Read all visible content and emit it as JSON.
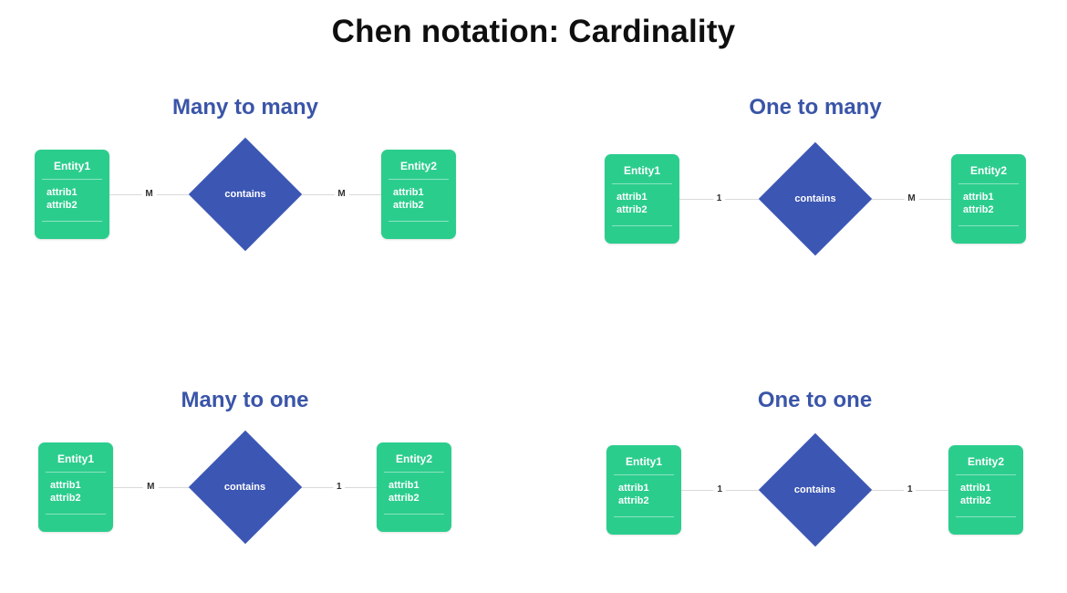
{
  "page": {
    "title": "Chen notation: Cardinality"
  },
  "colors": {
    "entity_green": "#2bcd8d",
    "diamond_blue": "#3c56b4",
    "heading_blue": "#3a55a8",
    "line_gray": "#d9d9d9",
    "title_color": "#0f0f0f",
    "cardinality_color": "#2f2f2f",
    "entity_text": "#ffffff"
  },
  "sections": [
    {
      "id": "many-to-many",
      "title": "Many to many",
      "relationship": "contains",
      "left_cardinality": "M",
      "right_cardinality": "M",
      "entity1": {
        "name": "Entity1",
        "attributes": [
          "attrib1",
          "attrib2"
        ]
      },
      "entity2": {
        "name": "Entity2",
        "attributes": [
          "attrib1",
          "attrib2"
        ]
      }
    },
    {
      "id": "one-to-many",
      "title": "One to many",
      "relationship": "contains",
      "left_cardinality": "1",
      "right_cardinality": "M",
      "entity1": {
        "name": "Entity1",
        "attributes": [
          "attrib1",
          "attrib2"
        ]
      },
      "entity2": {
        "name": "Entity2",
        "attributes": [
          "attrib1",
          "attrib2"
        ]
      }
    },
    {
      "id": "many-to-one",
      "title": "Many to one",
      "relationship": "contains",
      "left_cardinality": "M",
      "right_cardinality": "1",
      "entity1": {
        "name": "Entity1",
        "attributes": [
          "attrib1",
          "attrib2"
        ]
      },
      "entity2": {
        "name": "Entity2",
        "attributes": [
          "attrib1",
          "attrib2"
        ]
      }
    },
    {
      "id": "one-to-one",
      "title": "One to one",
      "relationship": "contains",
      "left_cardinality": "1",
      "right_cardinality": "1",
      "entity1": {
        "name": "Entity1",
        "attributes": [
          "attrib1",
          "attrib2"
        ]
      },
      "entity2": {
        "name": "Entity2",
        "attributes": [
          "attrib1",
          "attrib2"
        ]
      }
    }
  ]
}
